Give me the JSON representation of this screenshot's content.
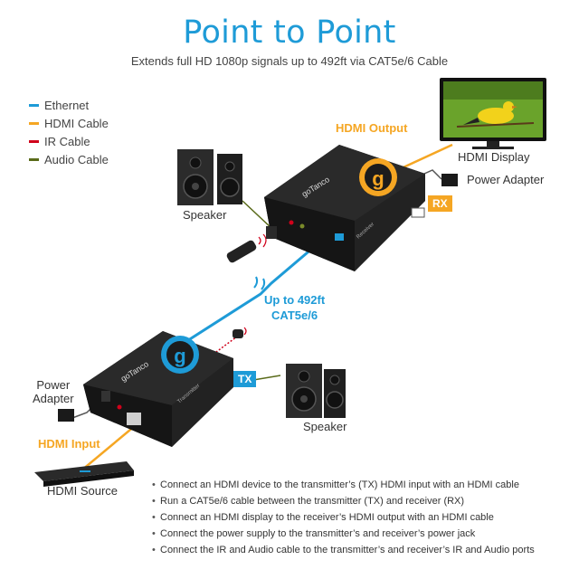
{
  "title": "Point to Point",
  "subtitle": "Extends full HD 1080p signals up to 492ft via CAT5e/6 Cable",
  "legend": [
    {
      "label": "Ethernet",
      "color": "#1e9bd7"
    },
    {
      "label": "HDMI Cable",
      "color": "#f5a623"
    },
    {
      "label": "IR Cable",
      "color": "#d0021b"
    },
    {
      "label": "Audio Cable",
      "color": "#5a6b1a"
    }
  ],
  "colors": {
    "ethernet": "#1e9bd7",
    "hdmi": "#f5a623",
    "ir": "#d0021b",
    "audio": "#5a6b1a",
    "device_body": "#1c1c1c"
  },
  "labels": {
    "hdmi_output": "HDMI Output",
    "hdmi_display": "HDMI Display",
    "power_adapter_rx": "Power Adapter",
    "rx_badge": "RX",
    "speaker_top": "Speaker",
    "cable_length_line1": "Up to 492ft",
    "cable_length_line2": "CAT5e/6",
    "tx_badge": "TX",
    "power_adapter_tx_line1": "Power",
    "power_adapter_tx_line2": "Adapter",
    "hdmi_input": "HDMI Input",
    "speaker_bottom": "Speaker",
    "hdmi_source": "HDMI Source"
  },
  "device": {
    "brand": "goTanco",
    "logo_glyph": "g",
    "rx_role": "Receiver",
    "tx_role": "Transmitter"
  },
  "steps": [
    "Connect an HDMI device to the transmitter’s (TX) HDMI input with an HDMI cable",
    "Run a CAT5e/6 cable between the transmitter (TX) and receiver (RX)",
    "Connect an HDMI display to the receiver’s HDMI output with an HDMI cable",
    "Connect the power supply to the transmitter’s and receiver’s power jack",
    "Connect the IR and Audio cable to the transmitter’s and receiver’s IR and Audio ports"
  ]
}
